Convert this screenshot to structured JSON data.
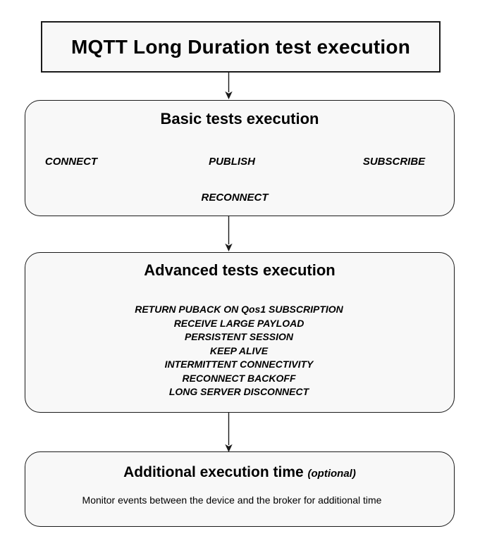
{
  "flow": {
    "title": "MQTT Long Duration test execution",
    "basic": {
      "heading": "Basic tests execution",
      "row": [
        "CONNECT",
        "PUBLISH",
        "SUBSCRIBE"
      ],
      "extra": "RECONNECT"
    },
    "advanced": {
      "heading": "Advanced tests execution",
      "items": [
        "RETURN PUBACK ON Qos1 SUBSCRIPTION",
        "RECEIVE LARGE PAYLOAD",
        "PERSISTENT SESSION",
        "KEEP ALIVE",
        "INTERMITTENT CONNECTIVITY",
        "RECONNECT BACKOFF",
        "LONG SERVER DISCONNECT"
      ]
    },
    "additional": {
      "heading": "Additional execution time",
      "qualifier": "(optional)",
      "description": "Monitor events between the device and the broker for additional time"
    },
    "colors": {
      "background": "#ffffff",
      "node_fill": "#f8f8f8",
      "border": "#1a1a1a",
      "text": "#000000"
    }
  }
}
